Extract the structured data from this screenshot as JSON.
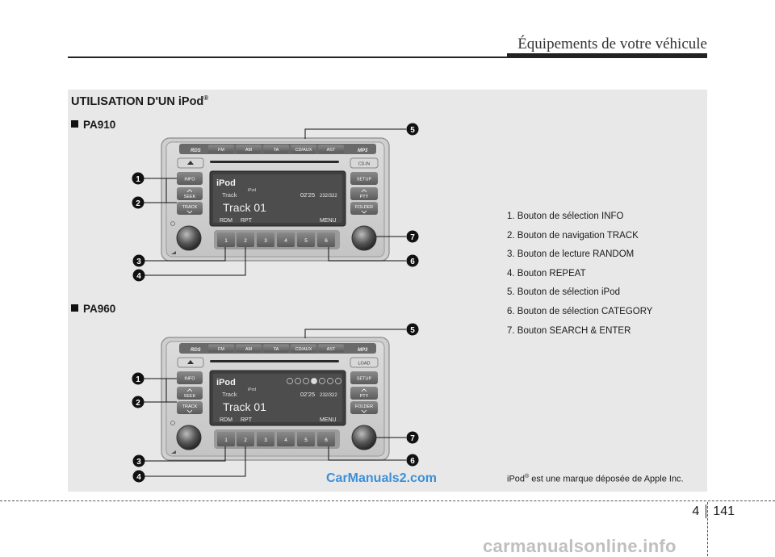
{
  "header": {
    "title": "Équipements de votre véhicule"
  },
  "section": {
    "title": "UTILISATION D'UN iPod",
    "title_reg": "®"
  },
  "models": [
    {
      "name": "PA910"
    },
    {
      "name": "PA960"
    }
  ],
  "features": [
    "1. Bouton de sélection INFO",
    "2. Bouton de navigation TRACK",
    "3. Bouton de lecture RANDOM",
    "4. Bouton REPEAT",
    "5. Bouton de sélection iPod",
    "6. Bouton de sélection CATEGORY",
    "7. Bouton SEARCH & ENTER"
  ],
  "trademark": {
    "pre": "iPod",
    "reg": "®",
    "post": " est une marque déposée de Apple Inc."
  },
  "page": {
    "chapter": "4",
    "number": "141"
  },
  "watermarks": {
    "site1": "CarManuals2.com",
    "site2": "carmanualsonline.info"
  },
  "radio": {
    "top_buttons": [
      "FM",
      "AM",
      "TA",
      "CD/AUX",
      "AST"
    ],
    "left_buttons": [
      "INFO",
      "SEEK",
      "TRACK"
    ],
    "right_buttons": [
      "SETUP",
      "PTY",
      "FOLDER"
    ],
    "presets": [
      "1",
      "2",
      "3",
      "4",
      "5",
      "6"
    ],
    "rps": "RDS",
    "mp3": "MP3",
    "cd_in": "CD-IN",
    "load": "LOAD",
    "display": {
      "source": "iPod",
      "sub_label": "iPod",
      "track_label": "Track",
      "time": "02'25",
      "track_count": "232/322",
      "track_name": "Track 01",
      "rdm": "RDM",
      "rpt": "RPT",
      "menu": "MENU"
    }
  },
  "callouts": [
    "1",
    "2",
    "3",
    "4",
    "5",
    "6",
    "7"
  ],
  "colors": {
    "panel": "#e8e8e8",
    "display": "#4a4a4a",
    "watermark": "#3d8fd6"
  }
}
